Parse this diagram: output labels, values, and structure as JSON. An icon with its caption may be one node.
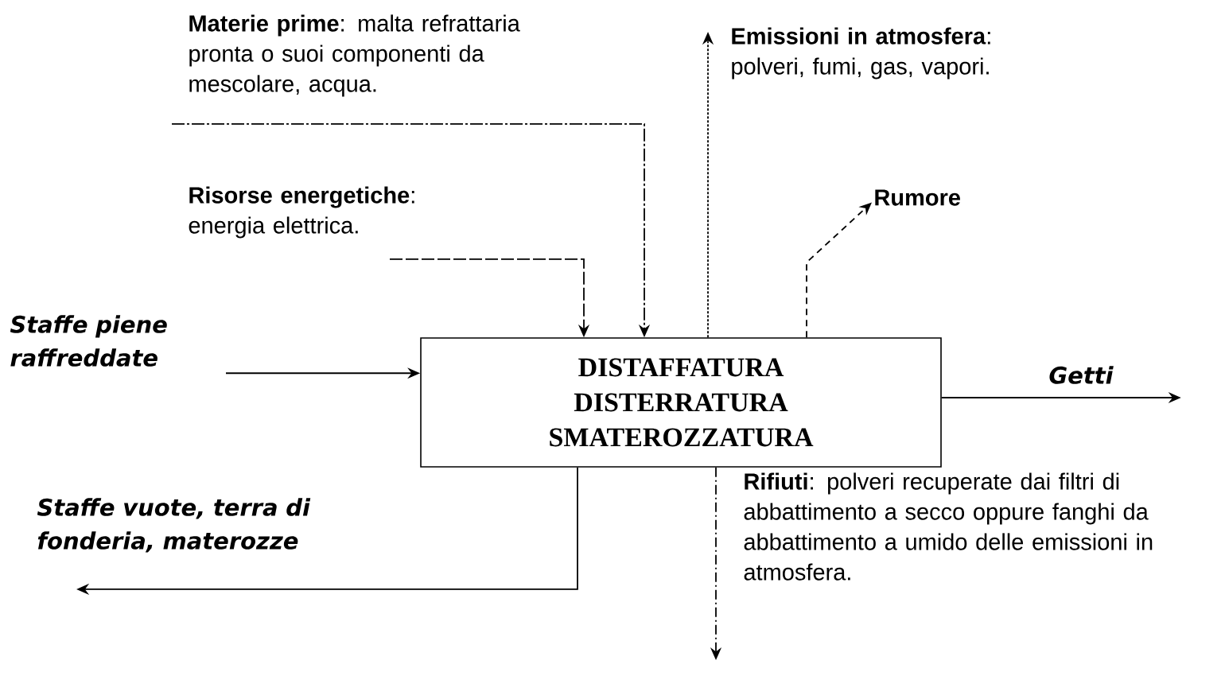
{
  "diagram": {
    "nodes": [
      {
        "text": [
          "DISTAFFATURA DISTERRATURA SMATEROZZATURA"
        ]
      },
      {
        "text": [
          "**Materie prime**: malta refrattaria pronta  o suoi componenti da mescolare, acqua."
        ]
      },
      {
        "text": [
          "**Risorse energetiche**: energia elettrica."
        ]
      },
      {
        "text": [
          "Staffe piene raffreddate"
        ]
      },
      {
        "text": [
          "**Emissioni in atmosfera**: polveri, fumi, gas, vapori."
        ]
      },
      {
        "text": [
          "Rumore"
        ]
      },
      {
        "text": [
          "Getti"
        ]
      },
      {
        "text": [
          "Staffe vuote, terra di fonderia, materozze"
        ]
      },
      {
        "text": [
          "**Rifiuti**: polveri recuperate dai filtri di abbattimento a secco oppure fanghi da abbattimento a umido delle emissioni in atmosfera."
        ]
      }
    ],
    "edges": [
      {
        "from": 1,
        "to": 0,
        "arrow": "to",
        "style": "dashed"
      },
      {
        "from": 2,
        "to": 0,
        "arrow": "to",
        "style": "dashed"
      },
      {
        "from": 3,
        "to": 0,
        "arrow": "to"
      },
      {
        "from": 0,
        "to": 4,
        "arrow": "to",
        "style": "dashed"
      },
      {
        "from": 0,
        "to": 5,
        "arrow": "to",
        "style": "dashed"
      },
      {
        "from": 0,
        "to": 6,
        "arrow": "to"
      },
      {
        "from": 0,
        "to": 7,
        "arrow": "to"
      },
      {
        "from": 0,
        "to": 8,
        "arrow": "to",
        "style": "dashed"
      }
    ]
  }
}
